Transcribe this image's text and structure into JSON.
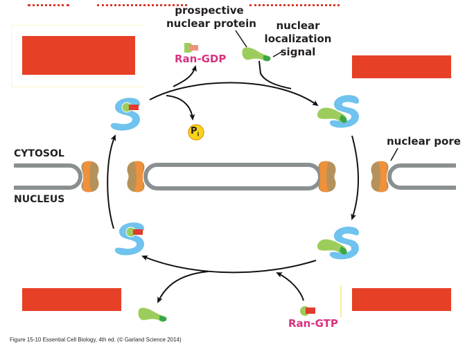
{
  "figure": {
    "labels": {
      "prospective_nuclear_protein": "prospective\nnuclear protein",
      "prospective_line1": "prospective",
      "prospective_line2": "nuclear protein",
      "nls_line1": "nuclear",
      "nls_line2": "localization",
      "nls_line3": "signal",
      "ran_gdp": "Ran-GDP",
      "ran_gtp": "Ran-GTP",
      "pi": "P",
      "pi_sub": "i",
      "nuclear_pore": "nuclear pore",
      "cytosol": "CYTOSOL",
      "nucleus": "NUCLEUS"
    },
    "caption": "Figure 15-10  Essential Cell Biology, 4th ed. (© Garland Science 2014)",
    "colors": {
      "importin": "#6fc3ee",
      "cargo": "#9ccd5c",
      "nls": "#3aa64a",
      "ran": "#e23a2e",
      "ran_gdp": "#f0917a",
      "pore_orange": "#f0913a",
      "pore_tan": "#b5925c",
      "membrane": "#8a8f90",
      "pi_fill": "#f7d417",
      "label_magenta": "#d7337f",
      "redaction": "#e64027"
    },
    "redaction_boxes": [
      "top-left",
      "top-right",
      "bottom-left",
      "bottom-right"
    ]
  }
}
